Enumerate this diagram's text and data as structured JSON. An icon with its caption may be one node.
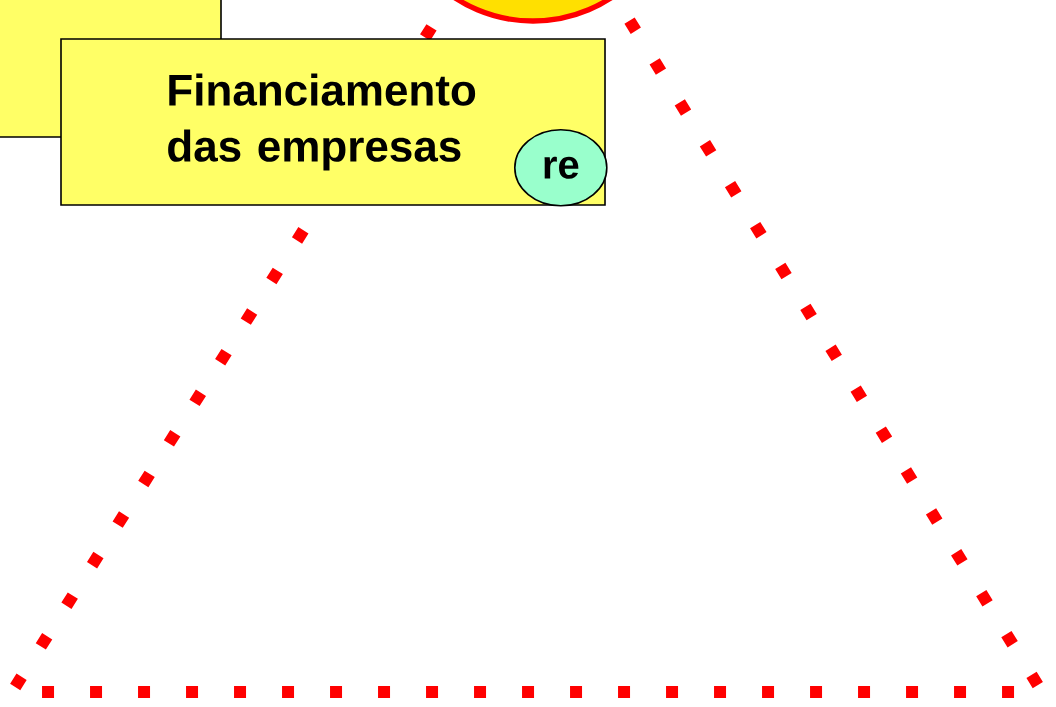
{
  "diagram": {
    "nodes": [
      {
        "text": [],
        "shape": "box"
      },
      {
        "text": [
          "Financiamento das empresas"
        ]
      },
      {
        "text": [
          "re"
        ],
        "in": 1
      },
      {
        "text": [],
        "shape": "circle"
      }
    ]
  }
}
